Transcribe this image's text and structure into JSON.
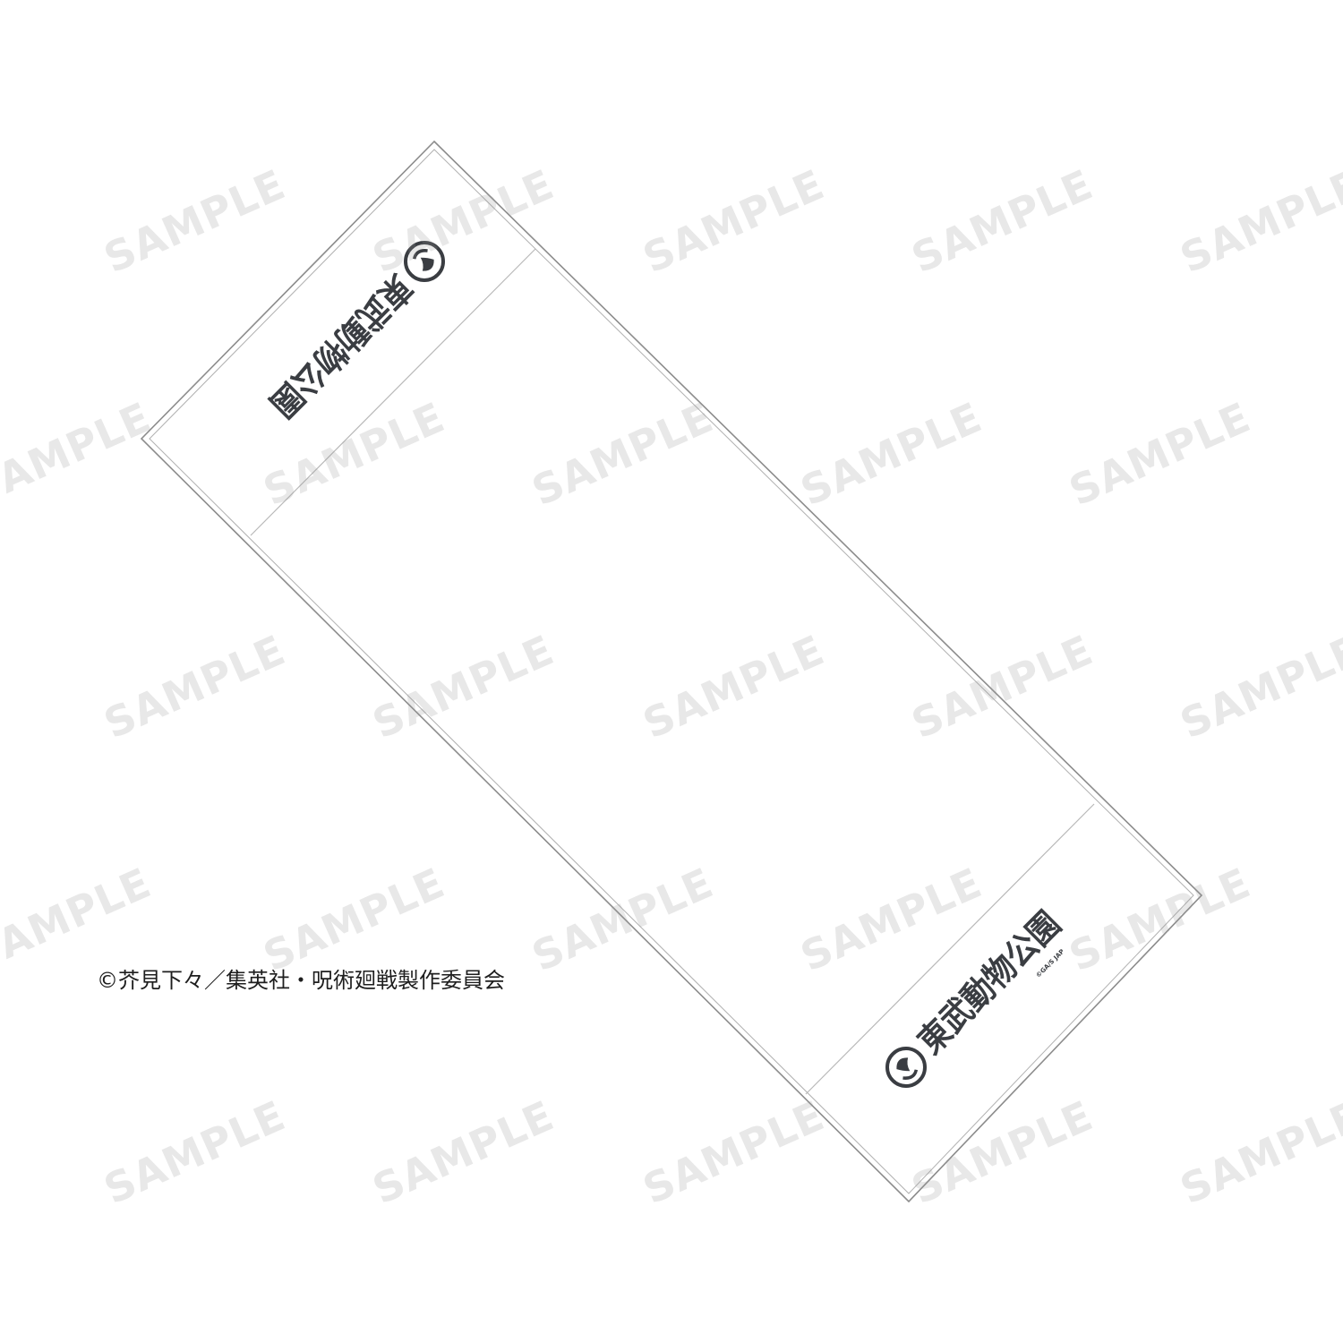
{
  "watermark": {
    "text": "SAMPLE",
    "color": "#969696"
  },
  "towel": {
    "fabric_color": "#ffffff",
    "outline_color": "#8c8c8c",
    "print_color": "#3a3d42",
    "logo_text_top": "東武動物公園",
    "logo_text_bottom": "東武動物公園",
    "small_print": "©GA/S JAP",
    "emblem": "swirl-emblem-icon"
  },
  "copyright": {
    "text": "©芥見下々／集英社・呪術廻戦製作委員会"
  }
}
